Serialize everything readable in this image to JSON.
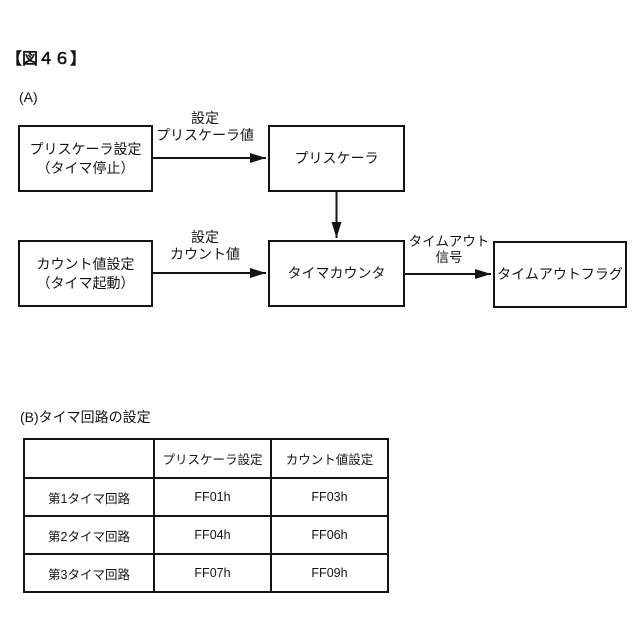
{
  "title": "【図４６】",
  "colors": {
    "ink": "#141414",
    "background": "#ffffff"
  },
  "section_a": {
    "label": "(A)",
    "boxes": {
      "prescaler_setting": {
        "line1": "プリスケーラ設定",
        "line2": "（タイマ停止）"
      },
      "prescaler": {
        "label": "プリスケーラ"
      },
      "count_setting": {
        "line1": "カウント値設定",
        "line2": "（タイマ起動）"
      },
      "timer_counter": {
        "label": "タイマカウンタ"
      },
      "timeout_flag": {
        "label": "タイムアウトフラグ"
      }
    },
    "arrow_labels": {
      "set_prescaler_value": {
        "line1": "設定",
        "line2": "プリスケーラ値"
      },
      "set_count_value": {
        "line1": "設定",
        "line2": "カウント値"
      },
      "timeout_signal": {
        "line1": "タイムアウト",
        "line2": "信号"
      }
    }
  },
  "section_b": {
    "label": "(B)タイマ回路の設定",
    "table": {
      "headers": [
        "",
        "プリスケーラ設定",
        "カウント値設定"
      ],
      "rows": [
        {
          "name": "第1タイマ回路",
          "prescaler": "FF01h",
          "count": "FF03h"
        },
        {
          "name": "第2タイマ回路",
          "prescaler": "FF04h",
          "count": "FF06h"
        },
        {
          "name": "第3タイマ回路",
          "prescaler": "FF07h",
          "count": "FF09h"
        }
      ]
    }
  }
}
